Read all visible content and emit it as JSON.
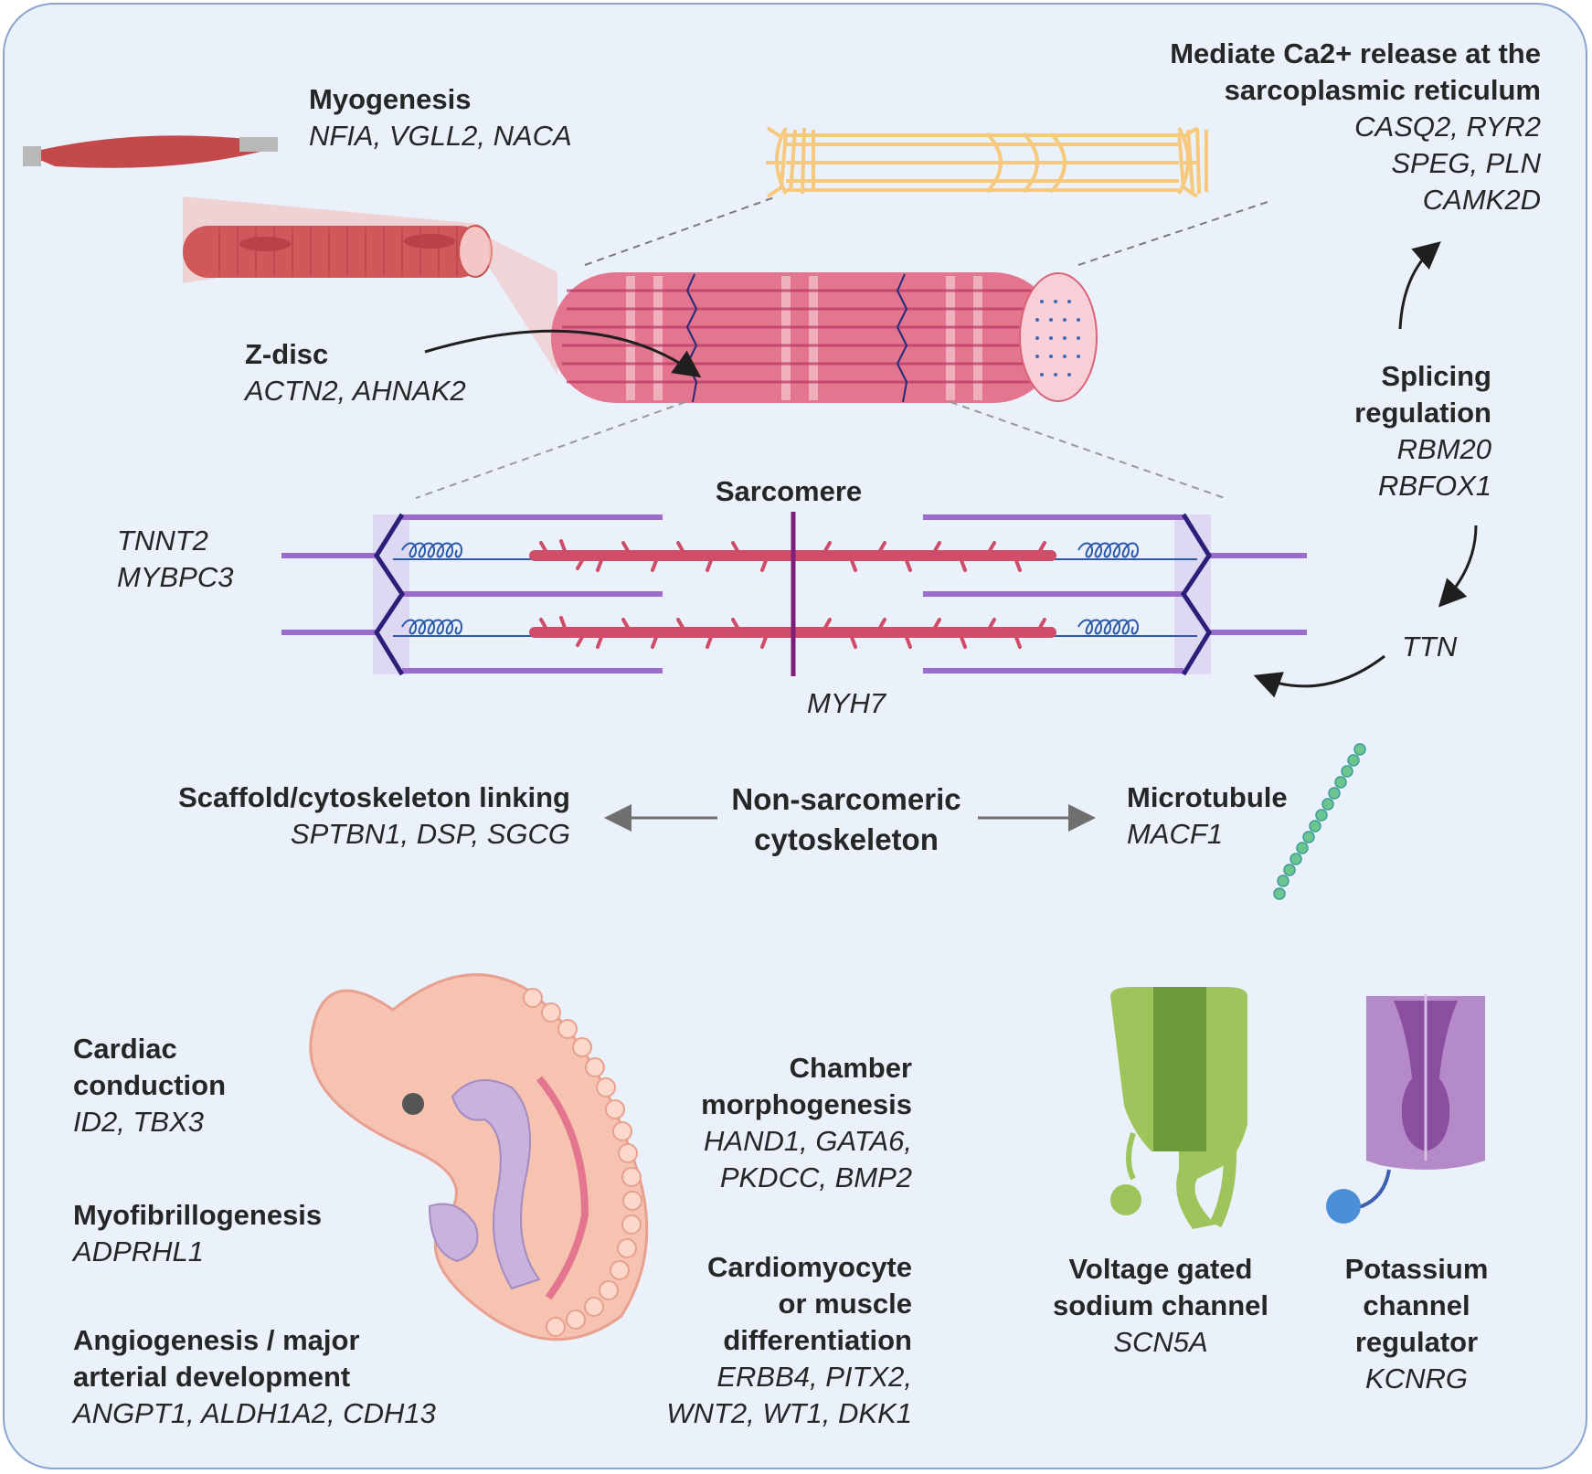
{
  "labels": {
    "myogenesis": {
      "title": "Myogenesis",
      "genes": "NFIA, VGLL2, NACA"
    },
    "zdisc": {
      "title": "Z-disc",
      "genes": "ACTN2, AHNAK2"
    },
    "ca_release": {
      "title": "Mediate Ca2+ release at the\nsarcoplasmic reticulum",
      "genes": "CASQ2, RYR2\nSPEG, PLN\nCAMK2D"
    },
    "splicing": {
      "title": "Splicing\nregulation",
      "genes": "RBM20\nRBFOX1"
    },
    "ttn": {
      "genes": "TTN"
    },
    "sarcomere": {
      "title": "Sarcomere"
    },
    "sarcomere_left_genes": {
      "genes": "TNNT2\nMYBPC3"
    },
    "myh7": {
      "genes": "MYH7"
    },
    "scaffold": {
      "title": "Scaffold/cytoskeleton linking",
      "genes": "SPTBN1, DSP, SGCG"
    },
    "nonsarc": {
      "title": "Non-sarcomeric\ncytoskeleton"
    },
    "microtubule": {
      "title": "Microtubule",
      "genes": "MACF1"
    },
    "cardiac_conduction": {
      "title": "Cardiac\nconduction",
      "genes": "ID2, TBX3"
    },
    "myofibrillogenesis": {
      "title": "Myofibrillogenesis",
      "genes": "ADPRHL1"
    },
    "angiogenesis": {
      "title": "Angiogenesis / major\narterial development",
      "genes": "ANGPT1, ALDH1A2, CDH13"
    },
    "chamber": {
      "title": "Chamber\nmorphogenesis",
      "genes": "HAND1, GATA6,\nPKDCC, BMP2"
    },
    "cardiomyocyte": {
      "title": "Cardiomyocyte\nor muscle\ndifferentiation",
      "genes": "ERBB4, PITX2,\nWNT2, WT1, DKK1"
    },
    "sodium": {
      "title": "Voltage gated\nsodium channel",
      "genes": "SCN5A"
    },
    "potassium": {
      "title": "Potassium\nchannel\nregulator",
      "genes": "KCNRG"
    }
  },
  "colors": {
    "background": "#eaf1fa",
    "border": "#8aa5cf",
    "muscle": "#c9514f",
    "myofibril": "#d9647a",
    "sr": "#f6c97c",
    "actin": "#cf4d69",
    "titin": "#2d5aa8",
    "zline": "#2b1f7a",
    "mline": "#7b1f79",
    "nebulin": "#9b6ccc",
    "embryo": "#f6c3b0",
    "heart_tube": "#c9b2dc",
    "sodium_channel": "#9ec45c",
    "potassium_channel": "#b58ac8",
    "microtubule": "#6bc68e",
    "arrow": "#1f1f1f"
  },
  "icons": [
    "muscle-icon",
    "muscle-fiber-icon",
    "myofibril-icon",
    "sarcoplasmic-reticulum-icon",
    "sarcomere-icon",
    "microtubule-icon",
    "embryo-icon",
    "sodium-channel-icon",
    "potassium-channel-icon"
  ]
}
